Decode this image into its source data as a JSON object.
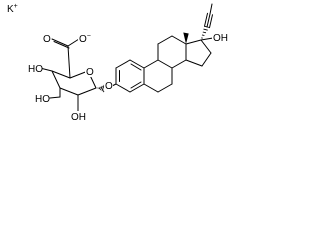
{
  "molecule": {
    "counterion": {
      "symbol": "K",
      "charge": "+"
    },
    "carboxylate": {
      "oxygen": "O",
      "anion_oxygen": "O",
      "charge": "−"
    },
    "ring_oxygen": "O",
    "glycosidic_oxygen": "O",
    "hydroxyls": {
      "c4": "HO",
      "c3": "HO",
      "c2": "OH",
      "c17": "OH"
    },
    "stereo": {
      "methyl": "wedge",
      "ethynyl": "hatched",
      "anomeric": "hatched"
    }
  }
}
